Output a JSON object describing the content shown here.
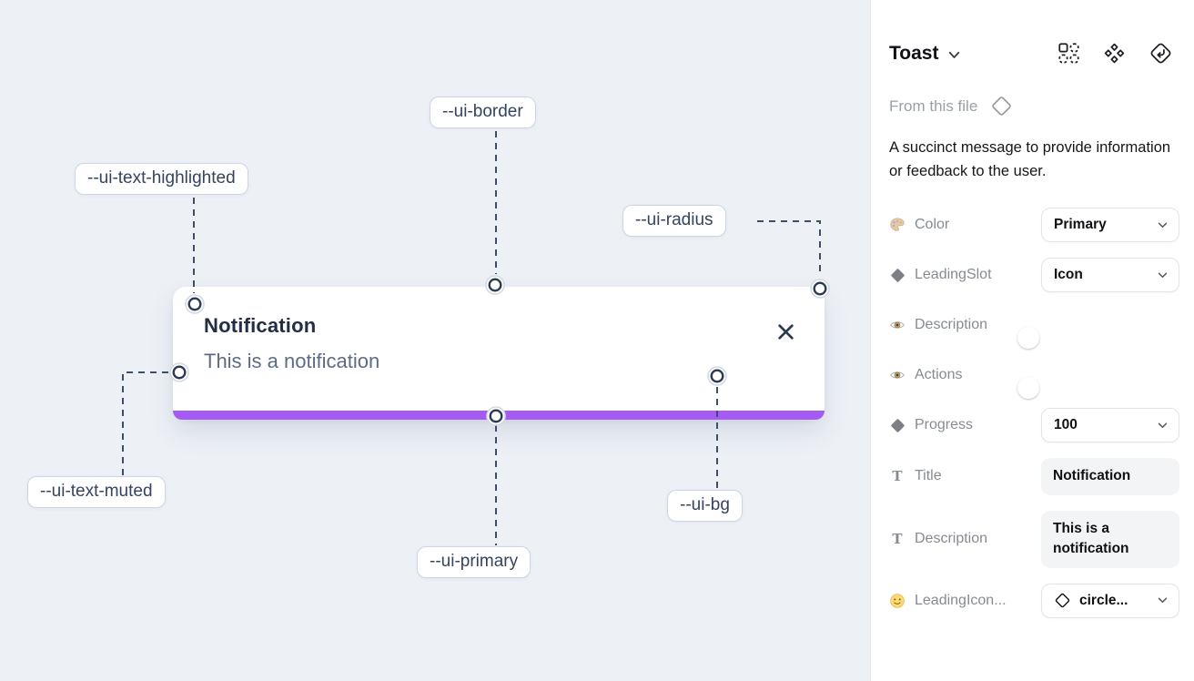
{
  "canvas": {
    "toast": {
      "title": "Notification",
      "description": "This is a notification"
    },
    "labels": [
      {
        "text": "--ui-text-highlighted"
      },
      {
        "text": "--ui-border"
      },
      {
        "text": "--ui-radius"
      },
      {
        "text": "--ui-text-muted"
      },
      {
        "text": "--ui-primary"
      },
      {
        "text": "--ui-bg"
      }
    ],
    "colors": {
      "canvas_bg": "#edf1f6",
      "primary_bar": "#a55bf3",
      "toast_title": "#222e45",
      "toast_description": "#5d6c85",
      "annotation_line": "#3e4d68"
    }
  },
  "panel": {
    "title": "Toast",
    "source_label": "From this file",
    "description": "A succinct message to provide information or feedback to the user.",
    "toggle_on_color": "#1d9bf0",
    "icons": {
      "type_glyph": "T"
    },
    "rows": [
      {
        "label": "Color",
        "icon": "palette-icon",
        "control": "select",
        "value": "Primary"
      },
      {
        "label": "LeadingSlot",
        "icon": "diamond-icon",
        "control": "select",
        "value": "Icon"
      },
      {
        "label": "Description",
        "icon": "eye-icon",
        "control": "toggle",
        "value": "on"
      },
      {
        "label": "Actions",
        "icon": "eye-icon",
        "control": "toggle",
        "value": "on"
      },
      {
        "label": "Progress",
        "icon": "diamond-icon",
        "control": "select",
        "value": "100"
      },
      {
        "label": "Title",
        "icon": "text-type-icon",
        "control": "text",
        "value": "Notification"
      },
      {
        "label": "Description",
        "icon": "text-type-icon",
        "control": "text",
        "value": "This is a notification"
      },
      {
        "label": "LeadingIcon...",
        "icon": "smiley-icon",
        "control": "select-with-icon",
        "value": "circle..."
      }
    ]
  }
}
